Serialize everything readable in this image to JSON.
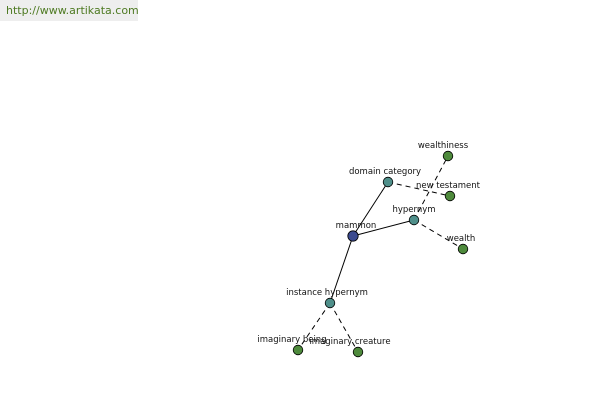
{
  "header": {
    "url": "http://www.artikata.com"
  },
  "colors": {
    "center": "#3b4a8f",
    "relation": "#4f8f8a",
    "leaf": "#4e8a3c"
  },
  "graph": {
    "nodes": [
      {
        "id": "mammon",
        "label": "mammon",
        "kind": "center",
        "icon": "center-node-icon"
      },
      {
        "id": "domain_category",
        "label": "domain category",
        "kind": "relation",
        "icon": "relation-node-icon"
      },
      {
        "id": "hypernym",
        "label": "hypernym",
        "kind": "relation",
        "icon": "relation-node-icon"
      },
      {
        "id": "instance_hypernym",
        "label": "instance hypernym",
        "kind": "relation",
        "icon": "relation-node-icon"
      },
      {
        "id": "wealthiness",
        "label": "wealthiness",
        "kind": "leaf",
        "icon": "leaf-node-icon"
      },
      {
        "id": "new_testament",
        "label": "new testament",
        "kind": "leaf",
        "icon": "leaf-node-icon"
      },
      {
        "id": "wealth",
        "label": "wealth",
        "kind": "leaf",
        "icon": "leaf-node-icon"
      },
      {
        "id": "imaginary_being",
        "label": "imaginary being",
        "kind": "leaf",
        "icon": "leaf-node-icon"
      },
      {
        "id": "imaginary_creature",
        "label": "imaginary creature",
        "kind": "leaf",
        "icon": "leaf-node-icon"
      }
    ],
    "edges": [
      {
        "from": "mammon",
        "to": "domain_category",
        "style": "solid"
      },
      {
        "from": "mammon",
        "to": "hypernym",
        "style": "solid"
      },
      {
        "from": "mammon",
        "to": "instance_hypernym",
        "style": "solid"
      },
      {
        "from": "domain_category",
        "to": "new_testament",
        "style": "dashed"
      },
      {
        "from": "hypernym",
        "to": "wealthiness",
        "style": "dashed"
      },
      {
        "from": "hypernym",
        "to": "wealth",
        "style": "dashed"
      },
      {
        "from": "instance_hypernym",
        "to": "imaginary_being",
        "style": "dashed"
      },
      {
        "from": "instance_hypernym",
        "to": "imaginary_creature",
        "style": "dashed"
      }
    ]
  }
}
